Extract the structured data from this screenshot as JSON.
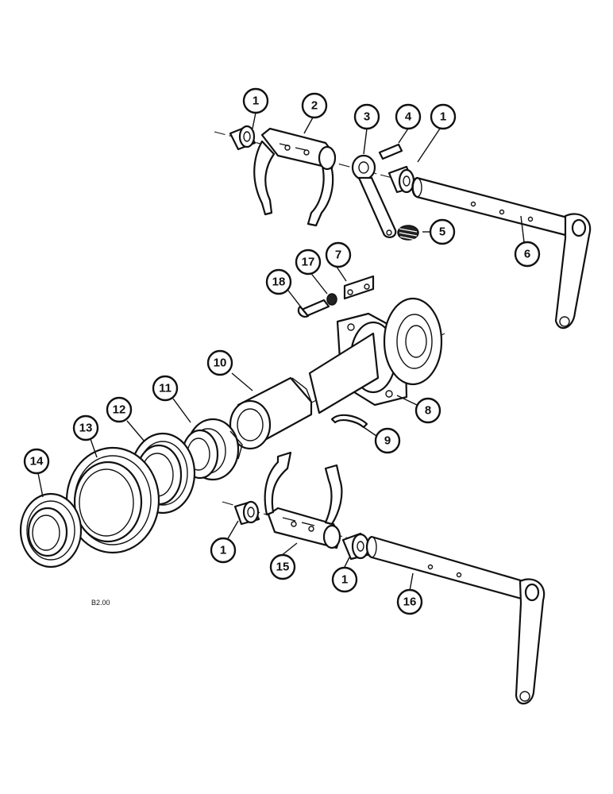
{
  "figure_reference": "B2.00",
  "callouts": [
    {
      "id": "c1a",
      "label": "1"
    },
    {
      "id": "c2",
      "label": "2"
    },
    {
      "id": "c3",
      "label": "3"
    },
    {
      "id": "c4",
      "label": "4"
    },
    {
      "id": "c1b",
      "label": "1"
    },
    {
      "id": "c5",
      "label": "5"
    },
    {
      "id": "c6",
      "label": "6"
    },
    {
      "id": "c7",
      "label": "7"
    },
    {
      "id": "c17",
      "label": "17"
    },
    {
      "id": "c18",
      "label": "18"
    },
    {
      "id": "c10",
      "label": "10"
    },
    {
      "id": "c11",
      "label": "11"
    },
    {
      "id": "c12",
      "label": "12"
    },
    {
      "id": "c13",
      "label": "13"
    },
    {
      "id": "c14",
      "label": "14"
    },
    {
      "id": "c8",
      "label": "8"
    },
    {
      "id": "c9",
      "label": "9"
    },
    {
      "id": "c1c",
      "label": "1"
    },
    {
      "id": "c15",
      "label": "15"
    },
    {
      "id": "c1d",
      "label": "1"
    },
    {
      "id": "c16",
      "label": "16"
    }
  ]
}
